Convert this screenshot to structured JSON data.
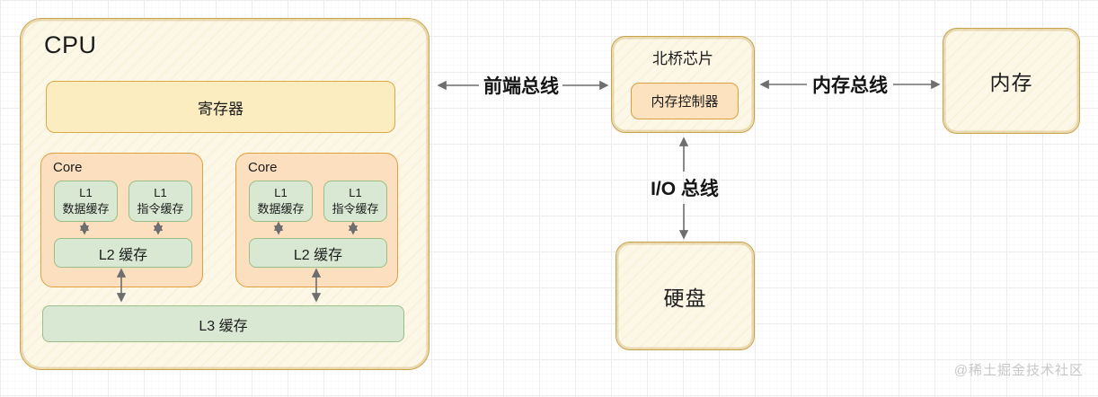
{
  "diagram": {
    "cpu": {
      "title": "CPU",
      "registers_label": "寄存器",
      "cores": [
        {
          "label": "Core",
          "l1_data_line1": "L1",
          "l1_data_line2": "数据缓存",
          "l1_inst_line1": "L1",
          "l1_inst_line2": "指令缓存",
          "l2_label": "L2 缓存"
        },
        {
          "label": "Core",
          "l1_data_line1": "L1",
          "l1_data_line2": "数据缓存",
          "l1_inst_line1": "L1",
          "l1_inst_line2": "指令缓存",
          "l2_label": "L2 缓存"
        }
      ],
      "l3_label": "L3 缓存"
    },
    "northbridge": {
      "title": "北桥芯片",
      "memory_controller_label": "内存控制器"
    },
    "memory": {
      "title": "内存"
    },
    "disk": {
      "title": "硬盘"
    },
    "buses": {
      "front_side_bus": "前端总线",
      "memory_bus": "内存总线",
      "io_bus": "I/O 总线"
    }
  },
  "watermark": "@稀土掘金技术社区",
  "colors": {
    "cream_fill": "#FCF7E6",
    "gold_border": "#C9A24C",
    "register_fill": "#FBEDC0",
    "register_border": "#D9A848",
    "core_fill": "#FBDFBE",
    "core_border": "#E39E3D",
    "controller_fill": "#FCE2BF",
    "controller_border": "#DB9F42",
    "cache_fill": "#D8E8D2",
    "cache_border": "#99BF88",
    "arrow": "#6E6E6E",
    "grid_line": "#ECECEC",
    "watermark_text": "#C8C8C8"
  }
}
